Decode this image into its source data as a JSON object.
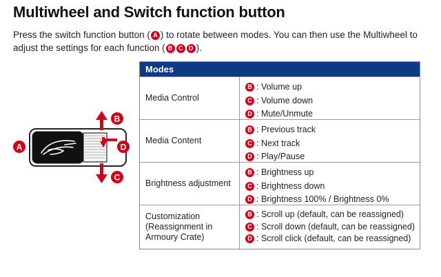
{
  "title": "Multiwheel and Switch function button",
  "intro": {
    "part1": "Press the switch function button (",
    "badge_a": "A",
    "part2": ") to rotate between modes. You can then use the Multiwheel to adjust the settings for each function (",
    "badge_b": "B",
    "badge_c": "C",
    "badge_d": "D",
    "part3": ")."
  },
  "diagram": {
    "label_a": "A",
    "label_b": "B",
    "label_c": "C",
    "label_d": "D",
    "colors": {
      "accent": "#d2001a",
      "header": "#0d3a85"
    }
  },
  "table": {
    "header": "Modes",
    "rows": [
      {
        "name": "Media Control",
        "functions": [
          {
            "badge": "B",
            "text": ": Volume up"
          },
          {
            "badge": "C",
            "text": ": Volume down"
          },
          {
            "badge": "D",
            "text": ": Mute/Unmute"
          }
        ]
      },
      {
        "name": "Media Content",
        "functions": [
          {
            "badge": "B",
            "text": ": Previous track"
          },
          {
            "badge": "C",
            "text": ": Next track"
          },
          {
            "badge": "D",
            "text": ": Play/Pause"
          }
        ]
      },
      {
        "name": "Brightness adjustment",
        "functions": [
          {
            "badge": "B",
            "text": ": Brightness up"
          },
          {
            "badge": "C",
            "text": ": Brightness down"
          },
          {
            "badge": "D",
            "text": ": Brightness 100% / Brightness 0%"
          }
        ]
      },
      {
        "name_lines": [
          "Customization",
          "(Reassignment in",
          "Armoury Crate)"
        ],
        "functions": [
          {
            "badge": "B",
            "text": ": Scroll up (default, can be reassigned)"
          },
          {
            "badge": "C",
            "text": ": Scroll down (default, can be reassigned)"
          },
          {
            "badge": "D",
            "text": ": Scroll click (default, can be reassigned)"
          }
        ]
      }
    ]
  }
}
